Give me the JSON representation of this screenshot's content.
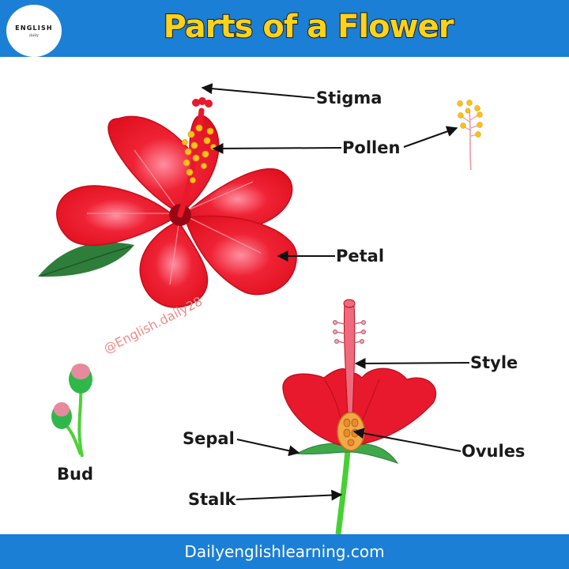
{
  "header": {
    "logo_top": "ENGLISH",
    "logo_sub": "daily",
    "title": "Parts of a Flower"
  },
  "labels": {
    "stigma": "Stigma",
    "pollen": "Pollen",
    "petal": "Petal",
    "style": "Style",
    "sepal": "Sepal",
    "ovules": "Ovules",
    "stalk": "Stalk",
    "bud": "Bud"
  },
  "watermark": "@English.daily28",
  "footer": {
    "site": "Dailyenglishlearning.com"
  },
  "colors": {
    "header_blue": "#1b7fd6",
    "title_yellow": "#ffd21a",
    "petal_red": "#e8192c",
    "stem_green": "#4cd137"
  }
}
